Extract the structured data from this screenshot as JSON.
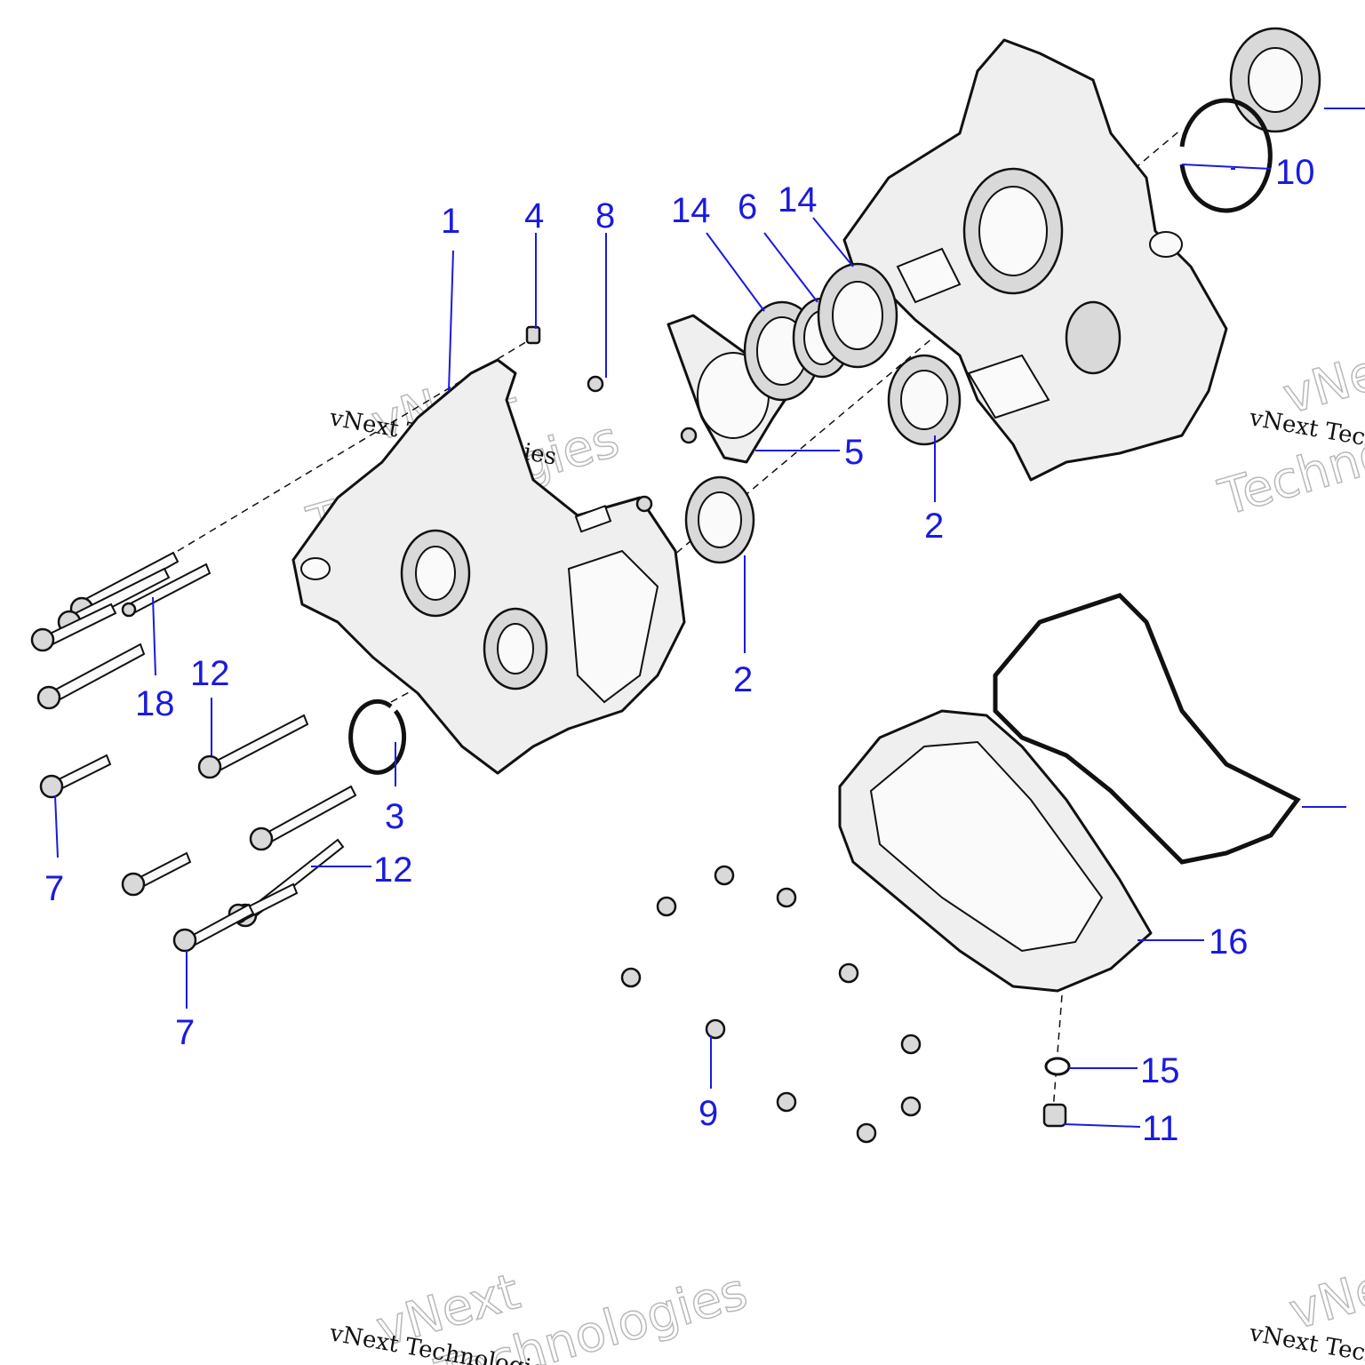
{
  "watermarks": {
    "line_small": "vNext Technologies",
    "line_big_1": "vNext",
    "line_big_2": "Technologies"
  },
  "callouts": {
    "c1": "1",
    "c2a": "2",
    "c2b": "2",
    "c3": "3",
    "c4": "4",
    "c5": "5",
    "c6": "6",
    "c7a": "7",
    "c7b": "7",
    "c8": "8",
    "c9": "9",
    "c10": "10",
    "c11": "11",
    "c12a": "12",
    "c12b": "12",
    "c14a": "14",
    "c14b": "14",
    "c15": "15",
    "c16": "16",
    "c18": "18"
  },
  "colors": {
    "callout": "#1a1ae0",
    "line_art": "#111111",
    "watermark": "#b8b8b8"
  }
}
